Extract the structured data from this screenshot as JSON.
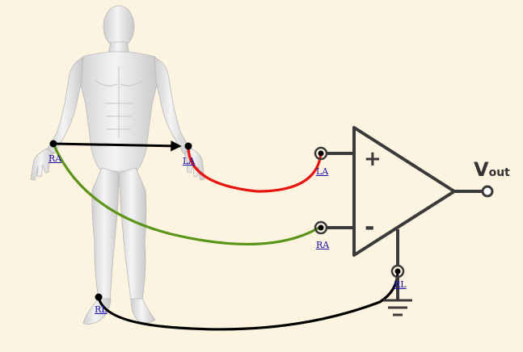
{
  "leads": {
    "ra_body": "RA",
    "la_body": "LA",
    "rl_body": "RL",
    "la_amp": "LA",
    "ra_amp": "RA",
    "rl_amp": "RL"
  },
  "amplifier": {
    "plus_symbol": "+",
    "minus_symbol": "-",
    "output_letter": "V",
    "output_subscript": "out"
  },
  "colors": {
    "background": "#fdf3e1",
    "la_wire": "#e8140f",
    "ra_wire": "#5a9418",
    "rl_wire": "#000000",
    "arrow": "#000000",
    "amplifier_stroke": "#3a3a3a",
    "body_fill": "#e9e9e9"
  }
}
